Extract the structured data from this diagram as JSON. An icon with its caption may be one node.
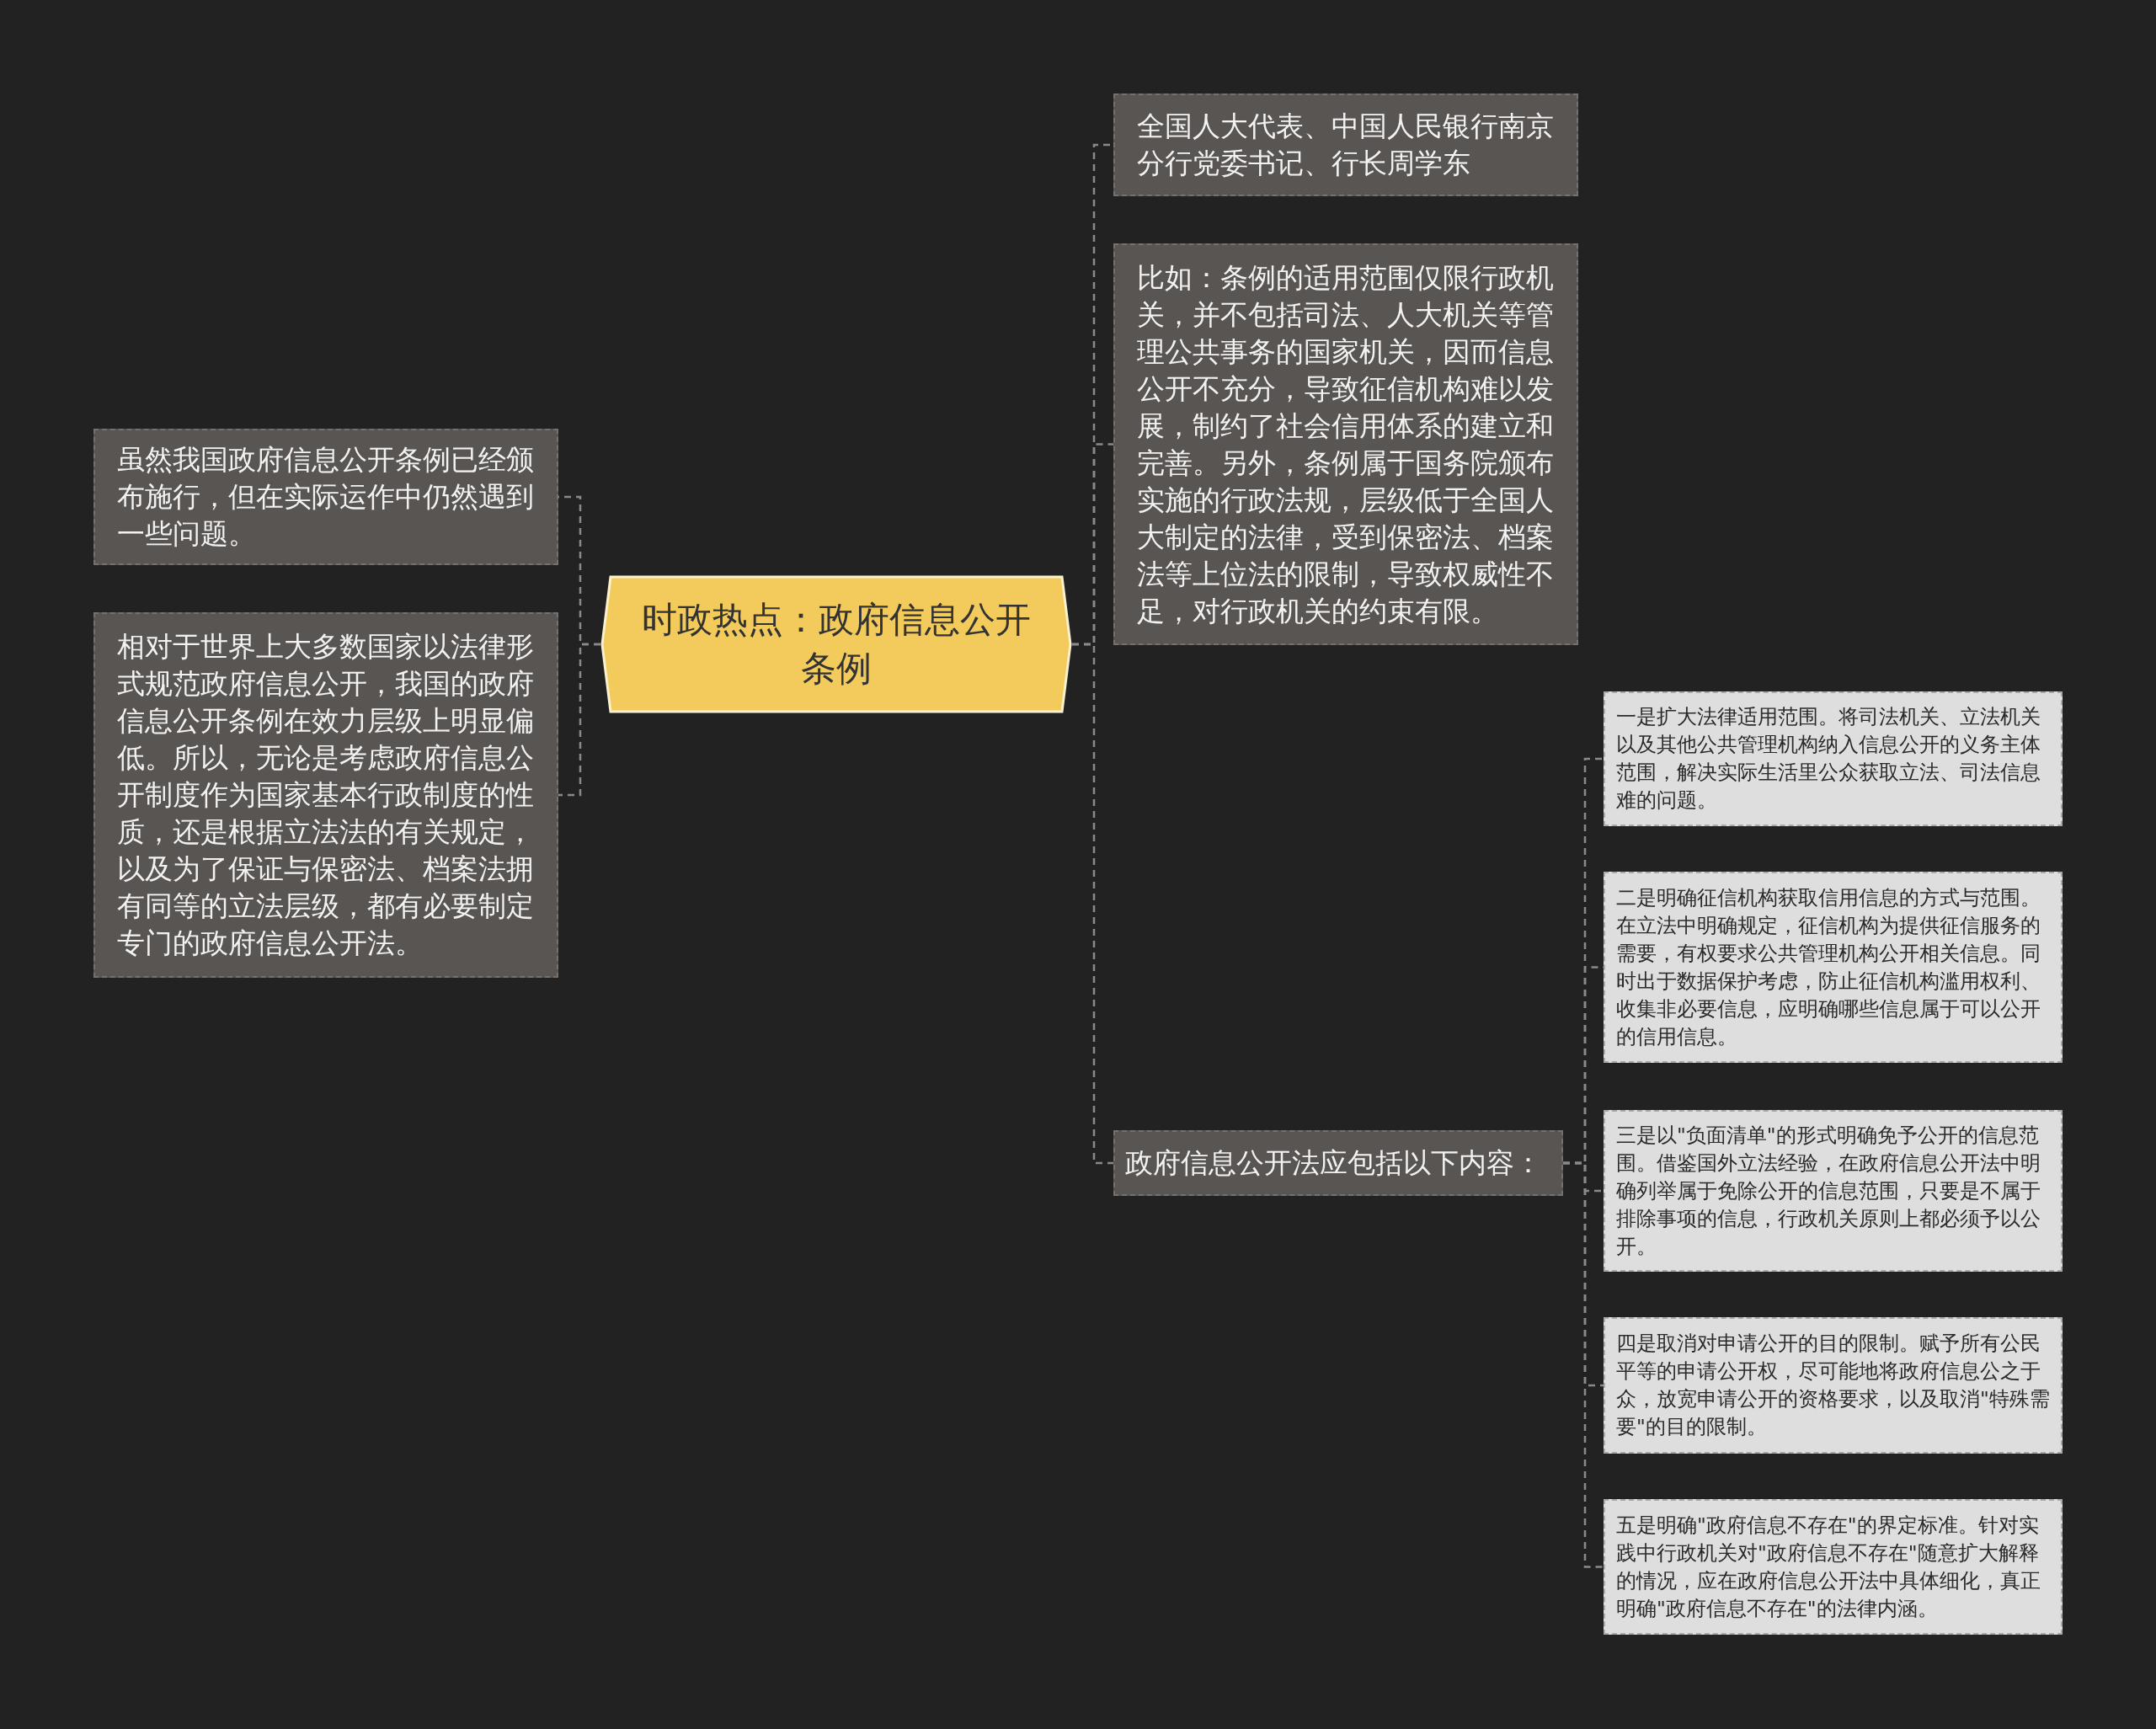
{
  "diagram": {
    "nodes": [
      {
        "text": [
          "时政热点：政府信息公开条例"
        ]
      },
      {
        "text": [
          "虽然我国政府信息公开条例已经颁布施行，但在实际运作中仍然遇到一些问题。"
        ]
      },
      {
        "text": [
          "相对于世界上大多数国家以法律形式规范政府信息公开，我国的政府信息公开条例在效力层级上明显偏低。所以，无论是考虑政府信息公开制度作为国家基本行政制度的性质，还是根据立法法的有关规定，以及为了保证与保密法、档案法拥有同等的立法层级，都有必要制定专门的政府信息公开法。"
        ]
      },
      {
        "text": [
          "全国人大代表、中国人民银行南京分行党委书记、行长周学东"
        ]
      },
      {
        "text": [
          "比如：条例的适用范围仅限行政机关，并不包括司法、人大机关等管理公共事务的国家机关，因而信息公开不充分，导致征信机构难以发展，制约了社会信用体系的建立和完善。另外，条例属于国务院颁布实施的行政法规，层级低于全国人大制定的法律，受到保密法、档案法等上位法的限制，导致权威性不足，对行政机关的约束有限。"
        ]
      },
      {
        "text": [
          "政府信息公开法应包括以下内容："
        ]
      },
      {
        "text": [
          "一是扩大法律适用范围。将司法机关、立法机关以及其他公共管理机构纳入信息公开的义务主体范围，解决实际生活里公众获取立法、司法信息难的问题。"
        ]
      },
      {
        "text": [
          "二是明确征信机构获取信用信息的方式与范围。在立法中明确规定，征信机构为提供征信服务的需要，有权要求公共管理机构公开相关信息。同时出于数据保护考虑，防止征信机构滥用权利、收集非必要信息，应明确哪些信息属于可以公开的信用信息。"
        ]
      },
      {
        "text": [
          "三是以\"负面清单\"的形式明确免予公开的信息范围。借鉴国外立法经验，在政府信息公开法中明确列举属于免除公开的信息范围，只要是不属于排除事项的信息，行政机关原则上都必须予以公开。"
        ]
      },
      {
        "text": [
          "四是取消对申请公开的目的限制。赋予所有公民平等的申请公开权，尽可能地将政府信息公之于众，放宽申请公开的资格要求，以及取消\"特殊需要\"的目的限制。"
        ]
      },
      {
        "text": [
          "五是明确\"政府信息不存在\"的界定标准。针对实践中行政机关对\"政府信息不存在\"随意扩大解释的情况，应在政府信息公开法中具体细化，真正明确\"政府信息不存在\"的法律内涵。"
        ]
      }
    ],
    "edges": [
      {
        "from": 0,
        "to": 1,
        "arrow": "none",
        "style": "dashed"
      },
      {
        "from": 0,
        "to": 2,
        "arrow": "none",
        "style": "dashed"
      },
      {
        "from": 0,
        "to": 3,
        "arrow": "none",
        "style": "dashed"
      },
      {
        "from": 0,
        "to": 4,
        "arrow": "none",
        "style": "dashed"
      },
      {
        "from": 0,
        "to": 5,
        "arrow": "none",
        "style": "dashed"
      },
      {
        "from": 5,
        "to": 6,
        "arrow": "none",
        "style": "dashed"
      },
      {
        "from": 5,
        "to": 7,
        "arrow": "none",
        "style": "dashed"
      },
      {
        "from": 5,
        "to": 8,
        "arrow": "none",
        "style": "dashed"
      },
      {
        "from": 5,
        "to": 9,
        "arrow": "none",
        "style": "dashed"
      },
      {
        "from": 5,
        "to": 10,
        "arrow": "none",
        "style": "dashed"
      }
    ]
  }
}
